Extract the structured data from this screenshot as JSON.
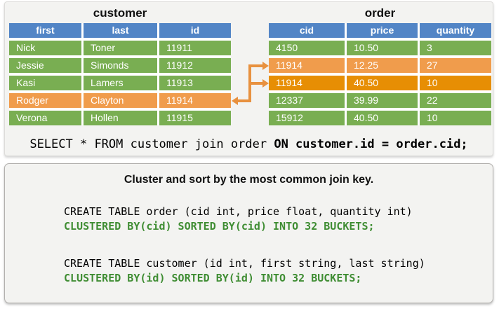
{
  "colors": {
    "blue_header": "#5285c6",
    "green_row": "#79ae52",
    "orange_light": "#f09c4c",
    "orange_dark": "#e78e04",
    "arrow_orange": "#e8913f",
    "code_green": "#3f8d33",
    "panel_bg": "#f3f3f1"
  },
  "top_panel": {
    "customer_table": {
      "title": "customer",
      "columns": [
        "first",
        "last",
        "id"
      ],
      "rows": [
        {
          "cells": [
            "Nick",
            "Toner",
            "11911"
          ],
          "highlight": "green"
        },
        {
          "cells": [
            "Jessie",
            "Simonds",
            "11912"
          ],
          "highlight": "green"
        },
        {
          "cells": [
            "Kasi",
            "Lamers",
            "11913"
          ],
          "highlight": "green"
        },
        {
          "cells": [
            "Rodger",
            "Clayton",
            "11914"
          ],
          "highlight": "orange-light"
        },
        {
          "cells": [
            "Verona",
            "Hollen",
            "11915"
          ],
          "highlight": "green"
        }
      ]
    },
    "order_table": {
      "title": "order",
      "columns": [
        "cid",
        "price",
        "quantity"
      ],
      "rows": [
        {
          "cells": [
            "4150",
            "10.50",
            "3"
          ],
          "highlight": "green"
        },
        {
          "cells": [
            "11914",
            "12.25",
            "27"
          ],
          "highlight": "orange-light"
        },
        {
          "cells": [
            "11914",
            "40.50",
            "10"
          ],
          "highlight": "orange-dark"
        },
        {
          "cells": [
            "12337",
            "39.99",
            "22"
          ],
          "highlight": "green"
        },
        {
          "cells": [
            "15912",
            "40.50",
            "10"
          ],
          "highlight": "green"
        }
      ]
    },
    "sql": {
      "normal": "SELECT * FROM customer join order ",
      "bold": "ON customer.id = order.cid;"
    }
  },
  "bottom_panel": {
    "title": "Cluster and sort by the most common join key.",
    "blocks": [
      {
        "create": "CREATE TABLE order (cid int, price float, quantity int)",
        "clustered": "CLUSTERED BY(cid) SORTED BY(cid) INTO 32 BUCKETS;"
      },
      {
        "create": "CREATE TABLE customer (id int, first string, last string)",
        "clustered": "CLUSTERED BY(id) SORTED BY(id) INTO 32 BUCKETS;"
      }
    ]
  }
}
